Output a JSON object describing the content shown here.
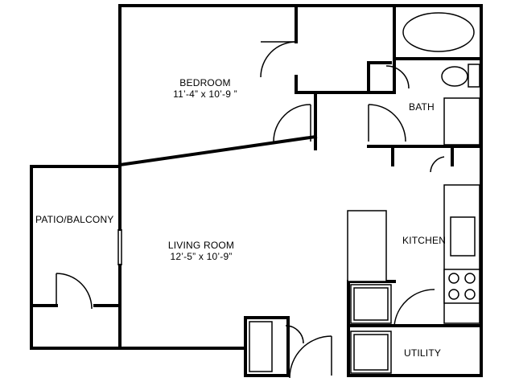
{
  "rooms": {
    "bedroom": {
      "name": "BEDROOM",
      "dims": "11’-4” x 10’-9  ”"
    },
    "living": {
      "name": "LIVING ROOM",
      "dims": "12’-5” x 10’-9”"
    },
    "patio": {
      "name": "PATIO/BALCONY"
    },
    "bath": {
      "name": "BATH"
    },
    "kitchen": {
      "name": "KITCHEN"
    },
    "utility": {
      "name": "UTILITY"
    }
  }
}
